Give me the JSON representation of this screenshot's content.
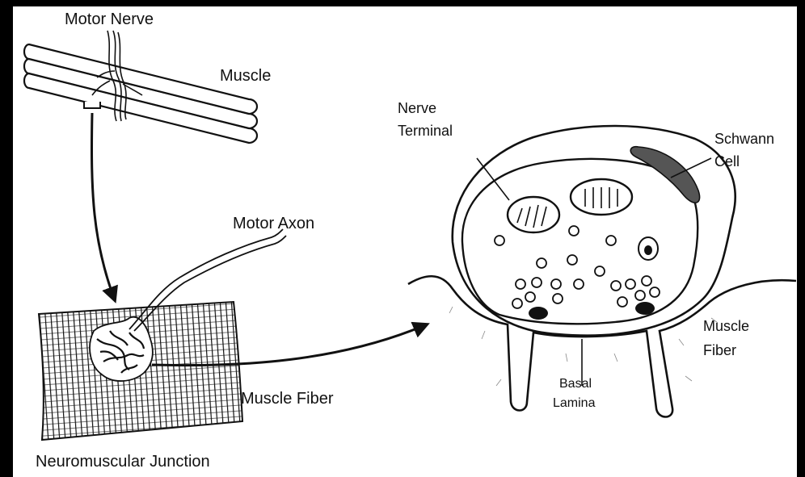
{
  "labels": {
    "motor_nerve": "Motor Nerve",
    "muscle": "Muscle",
    "motor_axon": "Motor Axon",
    "muscle_fiber_left": "Muscle Fiber",
    "neuromuscular_junction": "Neuromuscular Junction",
    "nerve_terminal_1": "Nerve",
    "nerve_terminal_2": "Terminal",
    "schwann_cell_1": "Schwann",
    "schwann_cell_2": "Cell",
    "muscle_fiber_right_1": "Muscle",
    "muscle_fiber_right_2": "Fiber",
    "basal_lamina_1": "Basal",
    "basal_lamina_2": "Lamina"
  },
  "colors": {
    "background": "#000000",
    "paper": "#ffffff",
    "ink": "#111111"
  }
}
